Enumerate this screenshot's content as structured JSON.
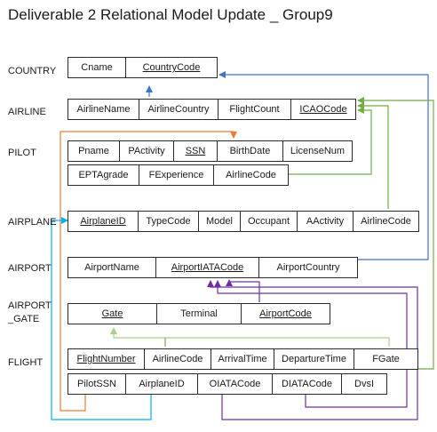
{
  "title": "Deliverable 2 Relational Model Update _ Group9",
  "tables": {
    "country": {
      "label": "COUNTRY",
      "attributes": [
        {
          "name": "Cname"
        },
        {
          "name": "CountryCode",
          "pk": true
        }
      ]
    },
    "airline": {
      "label": "AIRLINE",
      "attributes": [
        {
          "name": "AirlineName"
        },
        {
          "name": "AirlineCountry"
        },
        {
          "name": "FlightCount"
        },
        {
          "name": "ICAOCode",
          "pk": true
        }
      ]
    },
    "pilot": {
      "label": "PILOT",
      "attributes": [
        {
          "name": "Pname"
        },
        {
          "name": "PActivity"
        },
        {
          "name": "SSN",
          "pk": true
        },
        {
          "name": "BirthDate"
        },
        {
          "name": "LicenseNum"
        },
        {
          "name": "EPTAgrade"
        },
        {
          "name": "FExperience"
        },
        {
          "name": "AirlineCode"
        }
      ]
    },
    "airplane": {
      "label": "AIRPLANE",
      "attributes": [
        {
          "name": "AirplaneID",
          "pk": true
        },
        {
          "name": "TypeCode"
        },
        {
          "name": "Model"
        },
        {
          "name": "Occupant"
        },
        {
          "name": "AActivity"
        },
        {
          "name": "AirlineCode"
        }
      ]
    },
    "airport": {
      "label": "AIRPORT",
      "attributes": [
        {
          "name": "AirportName"
        },
        {
          "name": "AirportIATACode",
          "pk": true
        },
        {
          "name": "AirportCountry"
        }
      ]
    },
    "airport_gate": {
      "label_line1": "AIRPORT",
      "label_line2": "_GATE",
      "attributes": [
        {
          "name": "Gate",
          "pk": true
        },
        {
          "name": "Terminal"
        },
        {
          "name": "AirportCode",
          "pk": true
        }
      ]
    },
    "flight": {
      "label": "FLIGHT",
      "attributes": [
        {
          "name": "FlightNumber",
          "pk": true
        },
        {
          "name": "AirlineCode"
        },
        {
          "name": "ArrivalTime"
        },
        {
          "name": "DepartureTime"
        },
        {
          "name": "FGate"
        },
        {
          "name": "PilotSSN"
        },
        {
          "name": "AirplaneID"
        },
        {
          "name": "OIATACode"
        },
        {
          "name": "DIATACode"
        },
        {
          "name": "DvsI"
        }
      ]
    }
  },
  "arrow_colors": {
    "airline_to_country": "#4472c4",
    "airport_to_country": "#4472c4",
    "pilot_to_airline": "#70ad47",
    "airplane_to_airline": "#70ad47",
    "flight_to_airline": "#70ad47",
    "flight_to_pilot": "#ed7d31",
    "flight_to_airplane": "#00b0f0",
    "flight_to_airport": "#7030a0",
    "gate_to_airport": "#7030a0",
    "flight_to_gate": "#a9d18e"
  }
}
